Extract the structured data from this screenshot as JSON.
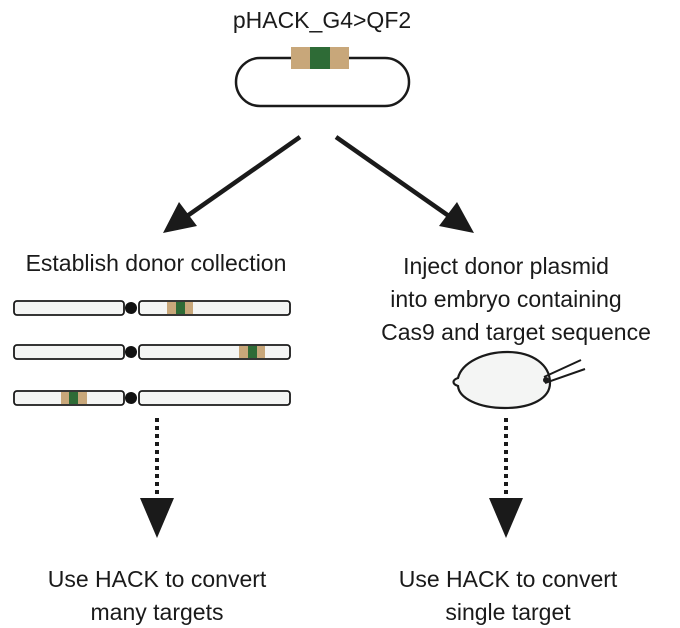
{
  "plasmid": {
    "label": "pHACK_G4>QF2"
  },
  "left_branch": {
    "title": "Establish donor collection",
    "outcome_line1": "Use HACK to convert",
    "outcome_line2": "many targets"
  },
  "right_branch": {
    "title_line1": "Inject donor plasmid",
    "title_line2": "into embryo containing",
    "title_line3": "Cas9 and target sequence",
    "outcome_line1": "Use HACK to convert",
    "outcome_line2": "single target"
  },
  "colors": {
    "cassette_tan": "#c8a77a",
    "cassette_green": "#2e6b36",
    "chromosome_fill": "#f4f5f4",
    "stroke": "#1a1a1a"
  }
}
